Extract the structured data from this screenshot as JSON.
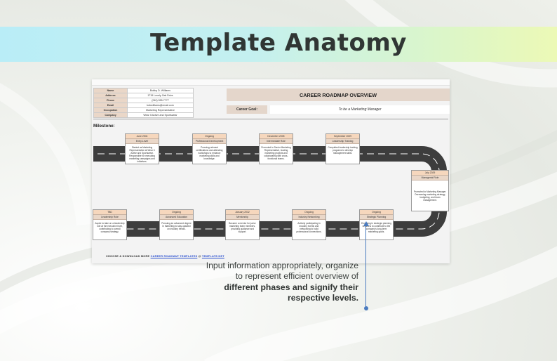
{
  "page": {
    "title": "Template Anatomy"
  },
  "sheet": {
    "info_rows": [
      {
        "label": "Name",
        "value": "Bobby D. Williams"
      },
      {
        "label": "Address",
        "value": "1715 Lovely Oak Drive"
      },
      {
        "label": "Phone",
        "value": "(240) 555-7777"
      },
      {
        "label": "Email",
        "value": "bobwilliams@email.com"
      },
      {
        "label": "Occupation",
        "value": "Marketing Representative"
      },
      {
        "label": "Company",
        "value": "Wear It Active and Sportswear"
      }
    ],
    "overview_title": "CAREER ROADMAP OVERVIEW",
    "goal_label": "Career Goal:",
    "goal_value": "To be a Marketing Manager",
    "milestone_label": "Milestone:",
    "milestones": [
      {
        "date": "June 2004",
        "role": "Entry-Level",
        "desc": "Started as Marketing Representative at Wear It Active and Sportswear. Responsible for executing marketing campaigns and initiatives."
      },
      {
        "date": "Ongoing",
        "role": "Professional Development",
        "desc": "Pursuing relevant certifications and attending workshops to enhance marketing skills and knowledge."
      },
      {
        "date": "December 2005",
        "role": "Intermediate Role",
        "desc": "Promoted to Senior Marketing Representative, leading marketing projects and collaborating with cross-functional teams."
      },
      {
        "date": "September 2009",
        "role": "Leadership Training",
        "desc": "Completed leadership training programs to develop management skills."
      },
      {
        "date": "July 2029",
        "role": "Managerial Role",
        "desc": "Promoted to Marketing Manager. Overseeing marketing strategy, budgeting, and team management."
      },
      {
        "date": "Ongoing",
        "role": "Strategic Planning",
        "desc": "Engaging in strategic planning sessions to contribute to the company's long-term marketing goals."
      },
      {
        "date": "Ongoing",
        "role": "Industry Networking",
        "desc": "Actively participating in industry events and networking to build professional connections."
      },
      {
        "date": "January 2032",
        "role": "Mentorship",
        "desc": "Became a mentor for junior marketing team members, providing guidance and support."
      },
      {
        "date": "Ongoing",
        "role": "Advanced Education",
        "desc": "Pursuing an advanced degree in Marketing to stay updated on industry trends."
      },
      {
        "date": "TBD",
        "role": "Leadership Role",
        "desc": "Aspire to take on a leadership role at the executive level, contributing to overall company strategy."
      }
    ],
    "footer_prefix": "CHOOSE & DOWNLOAD MORE",
    "footer_link1": "CAREER ROADMAP TEMPLATES",
    "footer_middle": "@",
    "footer_link2": "TEMPLATE.NET"
  },
  "caption": {
    "line1": "Input information appropriately, organize",
    "line2": "to represent efficient overview of",
    "line3": "different phases and signify their",
    "line4": "respective levels."
  },
  "colors": {
    "banner_start": "#b9edf7",
    "banner_end": "#ecf9b6",
    "road": "#3d3d3d",
    "card_header": "#f6d7bd",
    "label_fill": "#ead7c8",
    "callout": "#4a7bbf"
  }
}
